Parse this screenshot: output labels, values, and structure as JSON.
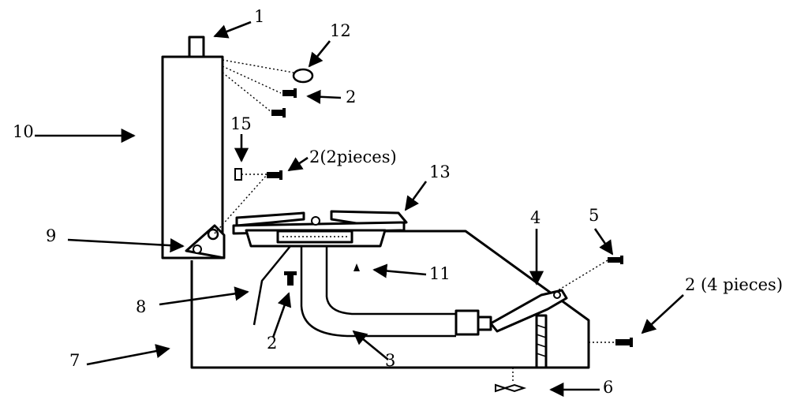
{
  "callouts": {
    "c1": "1",
    "c2_top": "2",
    "c2_two": "2(2pieces)",
    "c2_bottom": "2",
    "c2_four": "2 (4 pieces)",
    "c3": "3",
    "c4": "4",
    "c5": "5",
    "c6": "6",
    "c7": "7",
    "c8": "8",
    "c9": "9",
    "c10": "10",
    "c11": "11",
    "c12": "12",
    "c13": "13",
    "c15": "15"
  }
}
